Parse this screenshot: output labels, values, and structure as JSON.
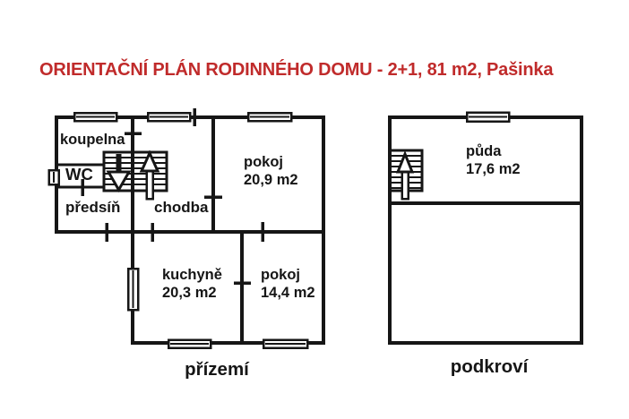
{
  "title": "ORIENTAČNÍ PLÁN RODINNÉHO DOMU - 2+1, 81 m2, Pašinka",
  "colors": {
    "title_red": "#c02b2b",
    "wall_black": "#161616",
    "background": "#ffffff"
  },
  "ground_floor": {
    "label": "přízemí",
    "rooms": {
      "koupelna": {
        "name": "koupelna",
        "area": ""
      },
      "wc": {
        "name": "WC",
        "area": ""
      },
      "predsin": {
        "name": "předsíň",
        "area": ""
      },
      "chodba": {
        "name": "chodba",
        "area": ""
      },
      "pokoj1": {
        "name": "pokoj",
        "area": "20,9 m2"
      },
      "kuchyne": {
        "name": "kuchyně",
        "area": "20,3 m2"
      },
      "pokoj2": {
        "name": "pokoj",
        "area": "14,4 m2"
      }
    }
  },
  "attic_floor": {
    "label": "podkroví",
    "rooms": {
      "puda": {
        "name": "půda",
        "area": "17,6 m2"
      }
    }
  },
  "symbols": {
    "staircase_ground": "staircase with down and up arrows",
    "staircase_attic": "staircase with up arrow",
    "window": "double-line window opening",
    "door": "tick mark across wall"
  }
}
